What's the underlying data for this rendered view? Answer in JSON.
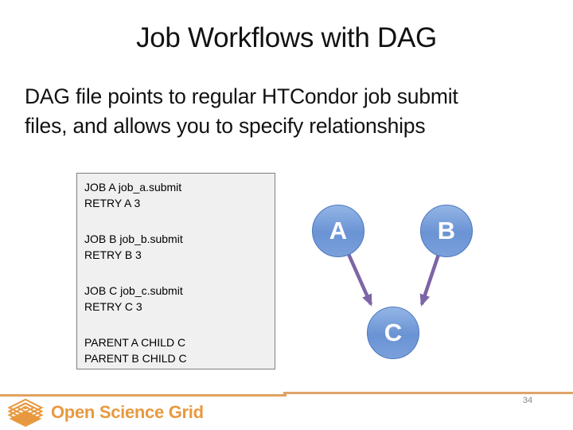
{
  "slide": {
    "title": "Job Workflows with DAG",
    "body_lines": [
      "DAG file points to regular HTCondor job submit",
      "files, and allows you to specify relationships"
    ]
  },
  "code_box": {
    "groups": [
      [
        "JOB A job_a.submit",
        "RETRY A 3"
      ],
      [
        "JOB B job_b.submit",
        "RETRY B 3"
      ],
      [
        "JOB C job_c.submit",
        "RETRY C 3"
      ],
      [
        "PARENT A CHILD C",
        "PARENT B CHILD C"
      ]
    ]
  },
  "diagram": {
    "nodes": [
      {
        "id": "A",
        "label": "A"
      },
      {
        "id": "B",
        "label": "B"
      },
      {
        "id": "C",
        "label": "C"
      }
    ],
    "edges": [
      {
        "from": "A",
        "to": "C"
      },
      {
        "from": "B",
        "to": "C"
      }
    ]
  },
  "footer": {
    "logo_text": "Open Science Grid",
    "page_number": "34"
  },
  "colors": {
    "text": "#121212",
    "code_box_bg": "#f0f0f0",
    "code_box_border": "#7f7f7f",
    "node_fill_top": "#93b5e6",
    "node_fill_bottom": "#6a93d4",
    "node_border": "#4d79be",
    "arrow_purple": "#7c65a6",
    "accent_orange": "#e8993f",
    "rule_orange": "#dfa467",
    "page_number_gray": "#888888"
  }
}
